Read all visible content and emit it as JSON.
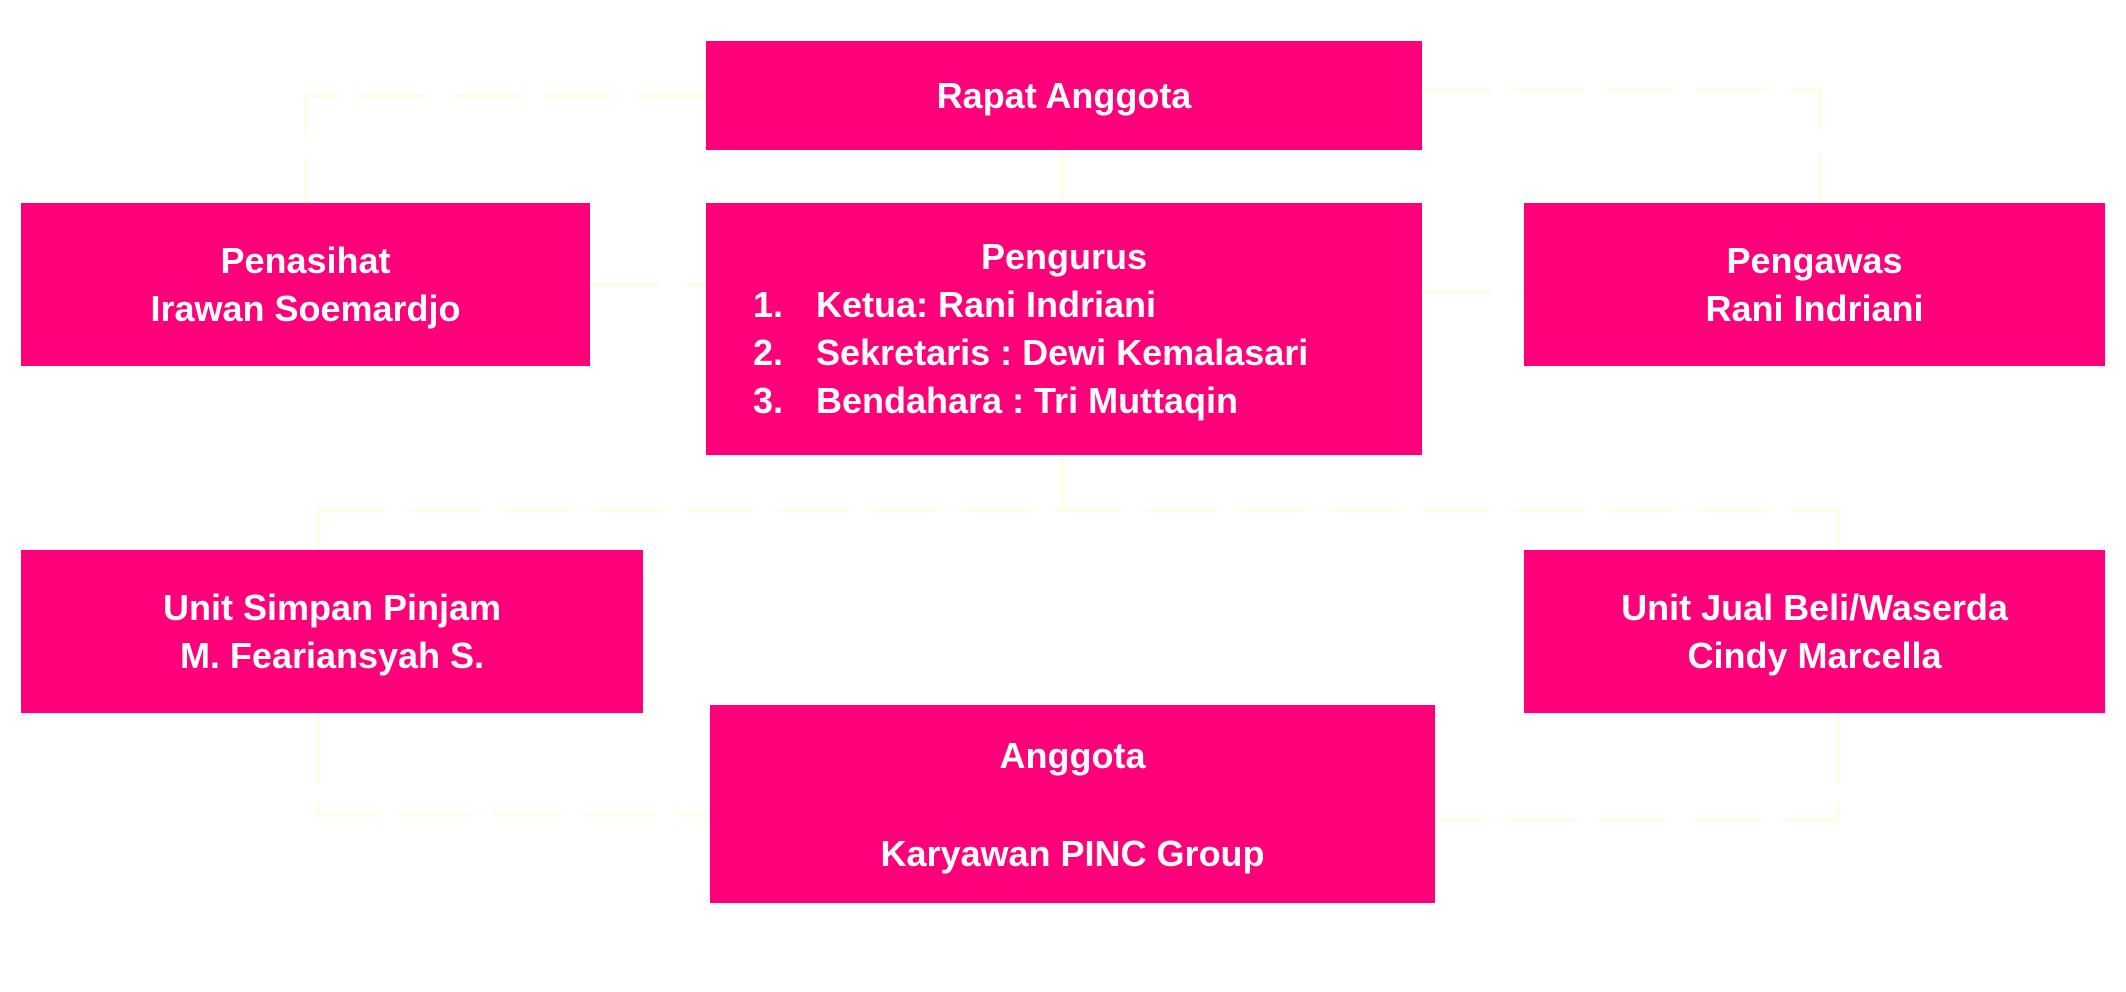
{
  "diagram": {
    "rapat_anggota": {
      "title": "Rapat Anggota"
    },
    "penasihat": {
      "title": "Penasihat",
      "name": "Irawan Soemardjo"
    },
    "pengurus": {
      "title": "Pengurus",
      "members": [
        {
          "num": "1.",
          "text": "Ketua: Rani Indriani"
        },
        {
          "num": "2.",
          "text": "Sekretaris : Dewi Kemalasari"
        },
        {
          "num": "3.",
          "text": "Bendahara : Tri Muttaqin"
        }
      ]
    },
    "pengawas": {
      "title": "Pengawas",
      "name": "Rani Indriani"
    },
    "unit_simpan_pinjam": {
      "title": "Unit Simpan Pinjam",
      "name": "M. Feariansyah S."
    },
    "unit_jual_beli": {
      "title": "Unit Jual Beli/Waserda",
      "name": "Cindy Marcella"
    },
    "anggota": {
      "title": "Anggota",
      "subtitle": "Karyawan PINC Group"
    },
    "colors": {
      "box_fill": "#ff007a",
      "text": "#ffffff",
      "background": "#ffffff",
      "connector": "#fffce8"
    }
  }
}
